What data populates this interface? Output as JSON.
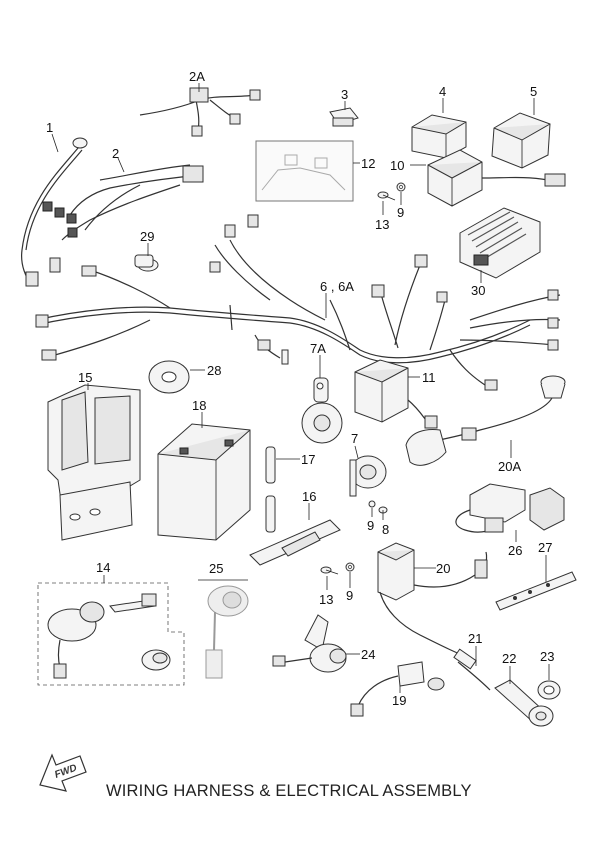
{
  "title": "WIRING HARNESS & ELECTRICAL ASSEMBLY",
  "fwd_label": "FWD",
  "callouts": {
    "c1": "1",
    "c2": "2",
    "c2a": "2A",
    "c3": "3",
    "c4": "4",
    "c5": "5",
    "c6": "6 , 6A",
    "c7": "7",
    "c7a": "7A",
    "c8": "8",
    "c9a": "9",
    "c9b": "9",
    "c9c": "9",
    "c10": "10",
    "c11": "11",
    "c12": "12",
    "c13a": "13",
    "c13b": "13",
    "c14": "14",
    "c15": "15",
    "c16": "16",
    "c17": "17",
    "c18": "18",
    "c19": "19",
    "c20": "20",
    "c20a": "20A",
    "c21": "21",
    "c22": "22",
    "c23": "23",
    "c24": "24",
    "c25": "25",
    "c26": "26",
    "c27": "27",
    "c28": "28",
    "c29": "29",
    "c30": "30"
  }
}
